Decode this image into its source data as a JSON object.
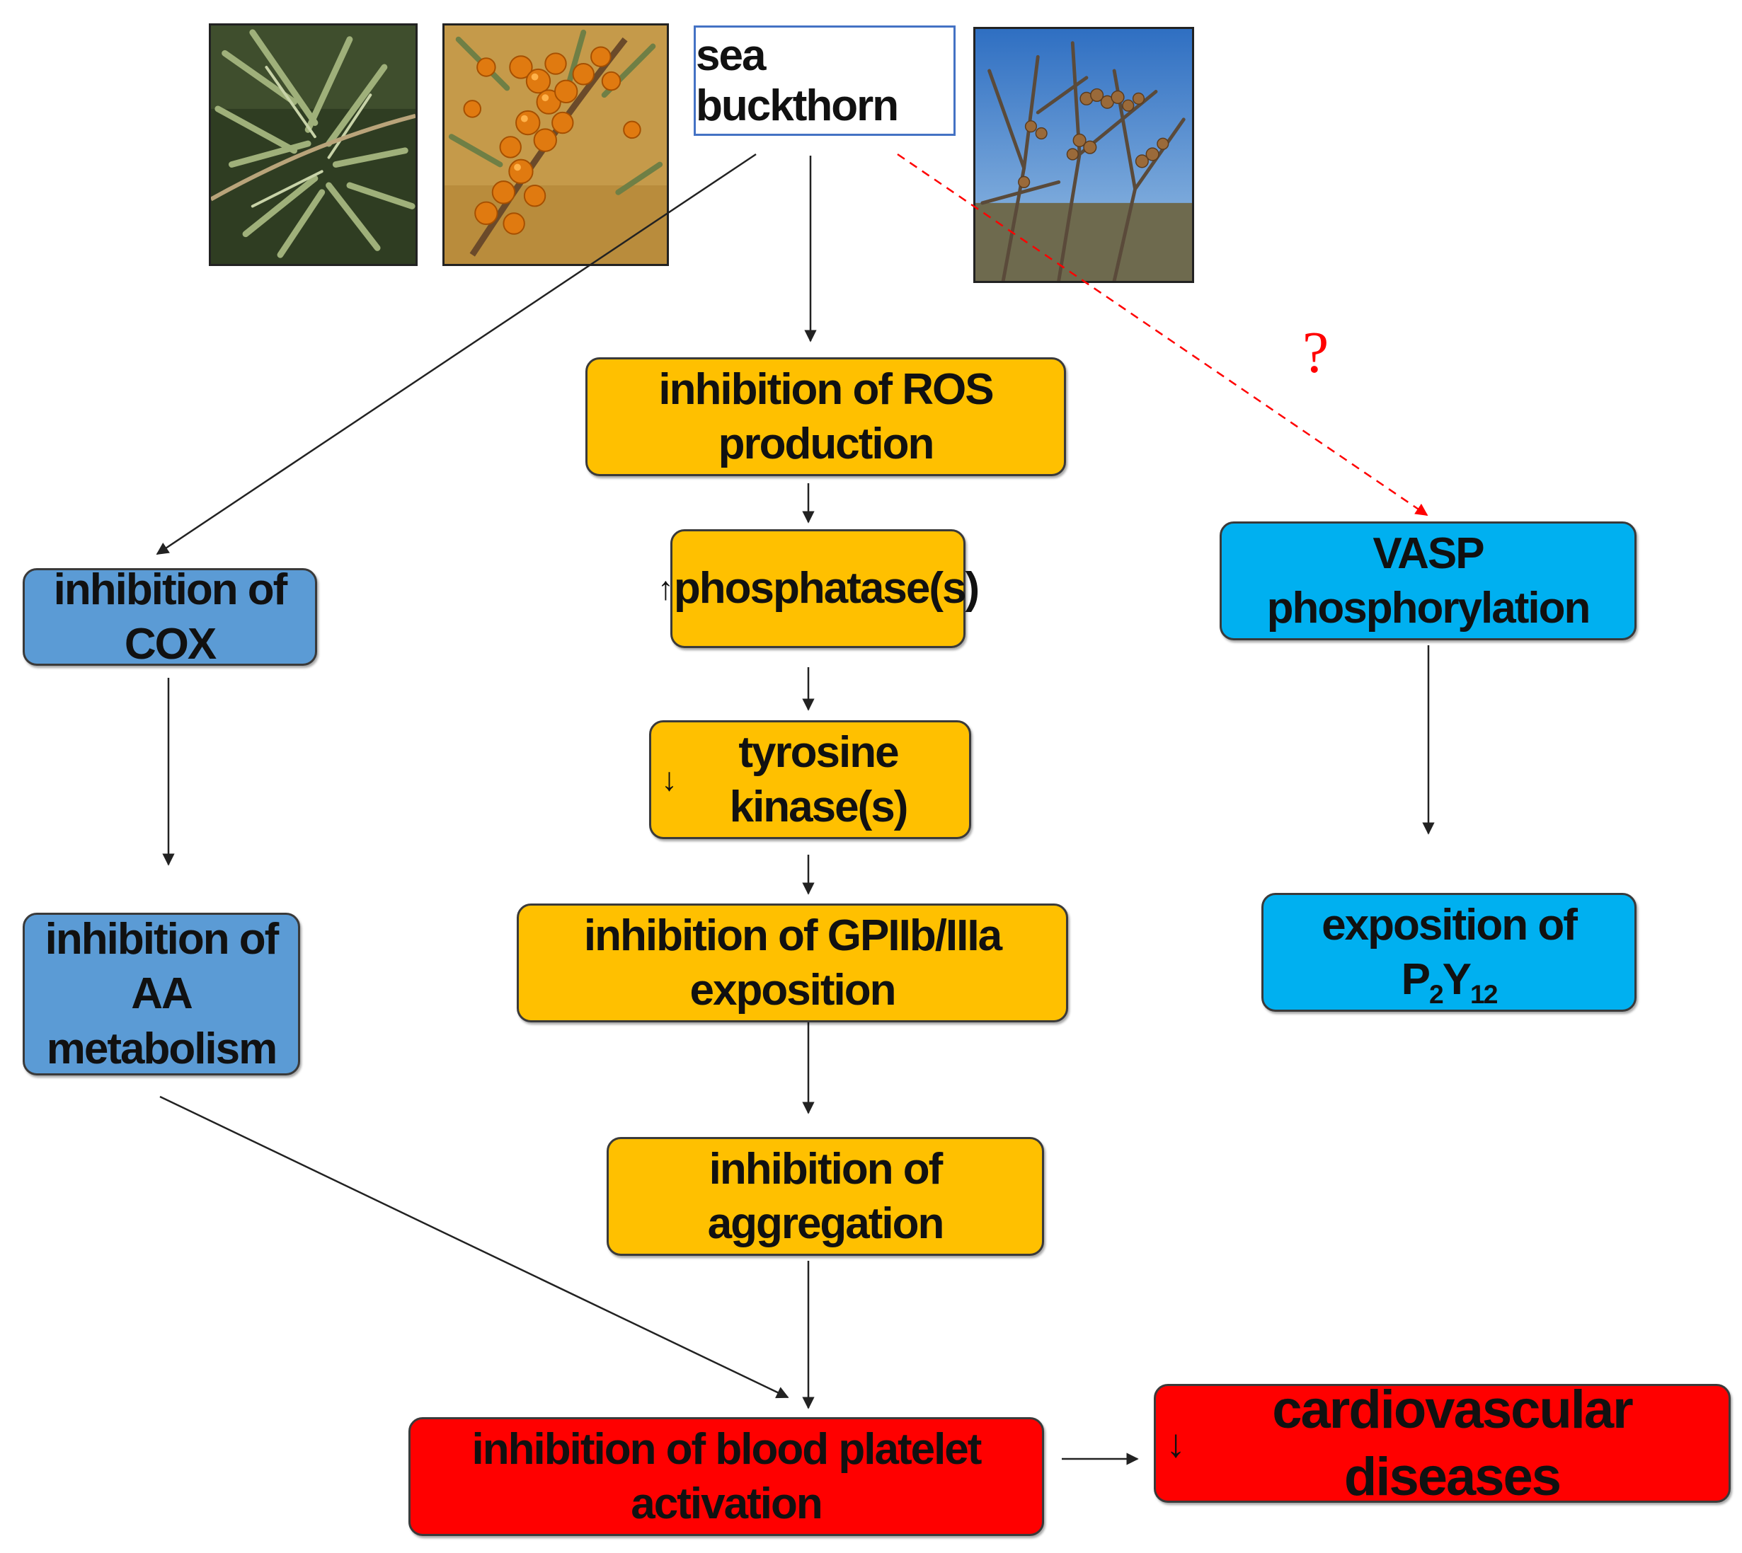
{
  "title": "sea buckthorn",
  "question_mark": "?",
  "center": {
    "ros": "inhibition of ROS production",
    "phosphatase_arrow": "↑",
    "phosphatase": "phosphatase(s)",
    "tyrosine_arrow": "↓",
    "tyrosine": "tyrosine kinase(s)",
    "gpiib": "inhibition of GPIIb/IIIa exposition",
    "aggregation": "inhibition of aggregation"
  },
  "left": {
    "cox": "inhibition of COX",
    "aa_line1": "inhibition of AA",
    "aa_line2": "metabolism"
  },
  "right": {
    "vasp": "VASP phosphorylation",
    "p2y12_prefix": "exposition of P",
    "p2y12_sub1": "2",
    "p2y12_mid": "Y",
    "p2y12_sub2": "12"
  },
  "bottom": {
    "platelet": "inhibition of blood platelet activation",
    "cvd_arrow": "↓",
    "cvd": "cardiovascular diseases"
  },
  "colors": {
    "yellow": "#ffc000",
    "blue": "#5b9bd5",
    "cyan": "#00b0f0",
    "red": "#ff0000",
    "dashed_arrow": "#ff0000",
    "arrow": "#222222"
  },
  "photos": [
    "sea-buckthorn-leaves",
    "sea-buckthorn-berries",
    "sea-buckthorn-branches"
  ]
}
